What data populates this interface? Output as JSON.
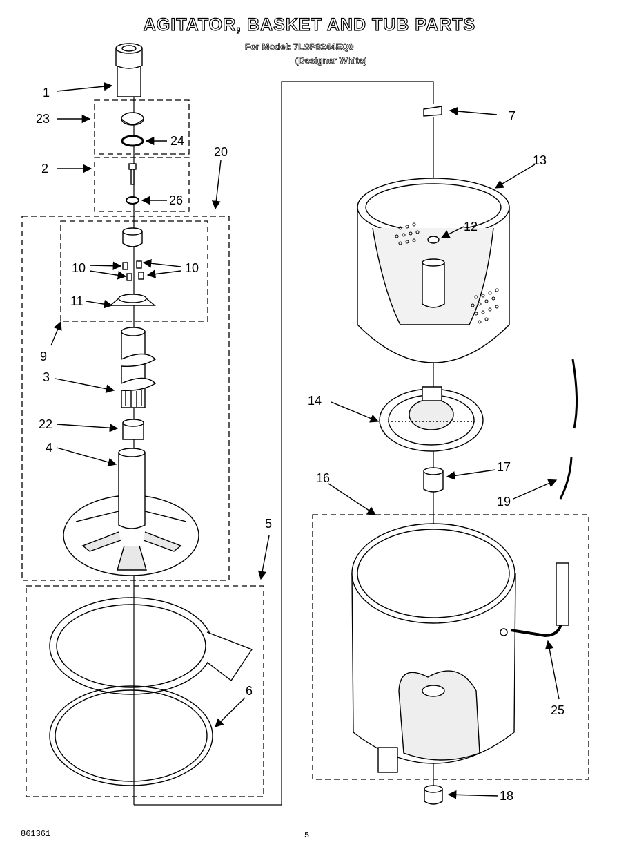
{
  "title": "AGITATOR, BASKET AND TUB PARTS",
  "model_line": "For Model: 7LSP8244EQ0",
  "variant_line": "(Designer White)",
  "footer": {
    "doc_number": "861361",
    "page_number": "5"
  },
  "callouts": [
    "1",
    "23",
    "24",
    "2",
    "26",
    "20",
    "10",
    "10",
    "11",
    "9",
    "3",
    "22",
    "4",
    "5",
    "6",
    "7",
    "13",
    "12",
    "14",
    "17",
    "16",
    "19",
    "25",
    "18"
  ]
}
